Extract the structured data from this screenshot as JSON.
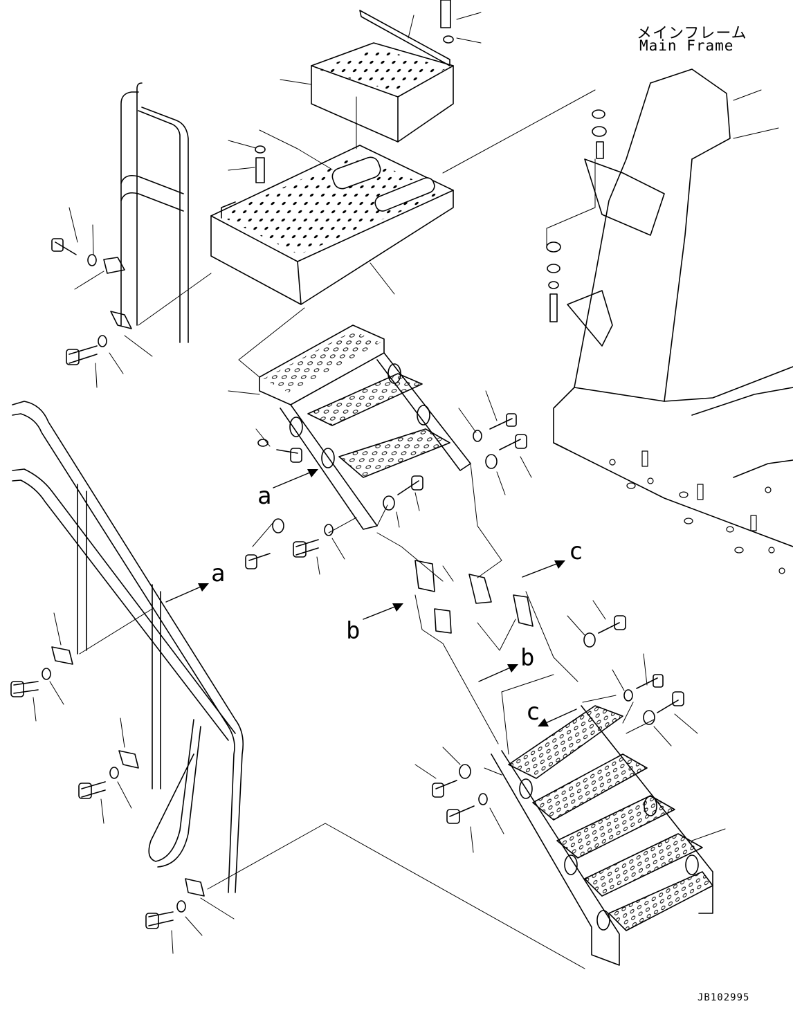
{
  "frame_label": {
    "japanese": "メインフレーム",
    "english": "Main Frame"
  },
  "view_labels": [
    {
      "id": "a1",
      "text": "a"
    },
    {
      "id": "a2",
      "text": "a"
    },
    {
      "id": "b1",
      "text": "b"
    },
    {
      "id": "b2",
      "text": "b"
    },
    {
      "id": "c1",
      "text": "c"
    },
    {
      "id": "c2",
      "text": "c"
    }
  ],
  "drawing_code": "JB102995"
}
